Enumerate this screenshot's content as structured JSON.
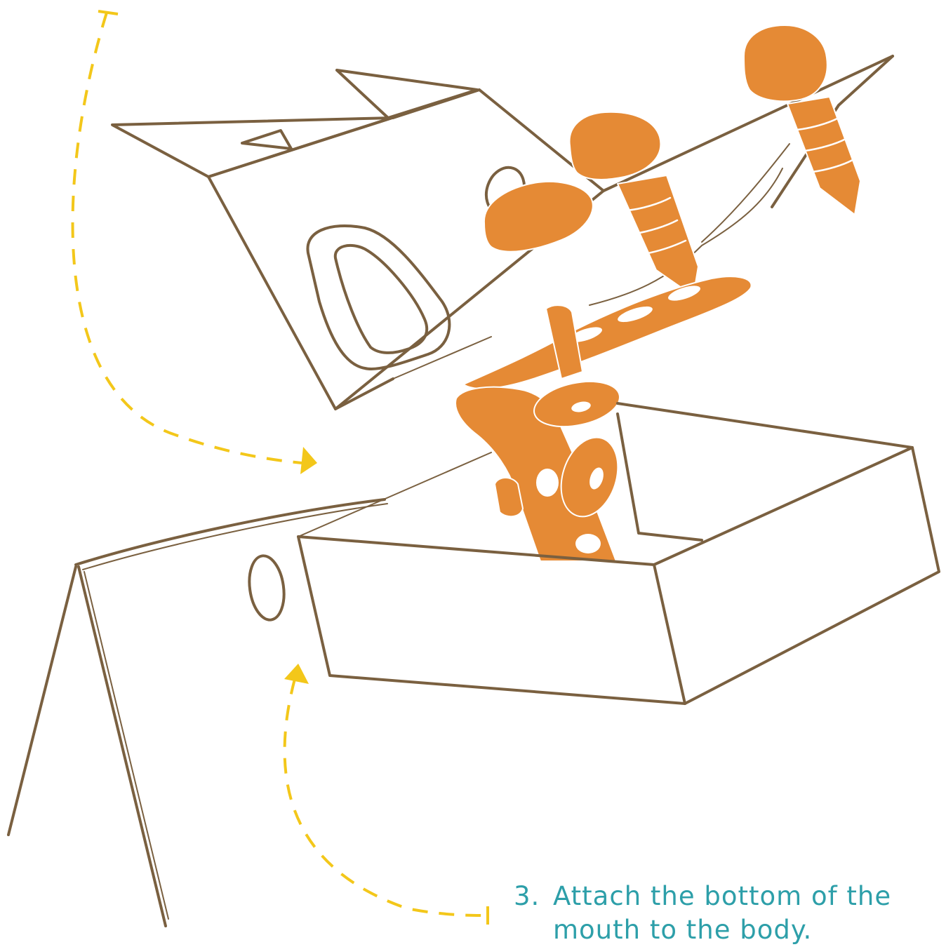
{
  "instruction": {
    "step_number": "3.",
    "text_line_1": "Attach the bottom of the",
    "text_line_2": "mouth to the body."
  },
  "colors": {
    "outline": "#7a6040",
    "part_fill": "#e58a35",
    "guide_arrow": "#f3c71a",
    "caption_text": "#2d9fa9",
    "background": "#ffffff"
  },
  "icons": {
    "guide_arrow_top": "dashed-curved-arrow-icon",
    "guide_arrow_bottom": "dashed-curved-arrow-icon",
    "arrowhead": "triangle-arrowhead-icon"
  }
}
